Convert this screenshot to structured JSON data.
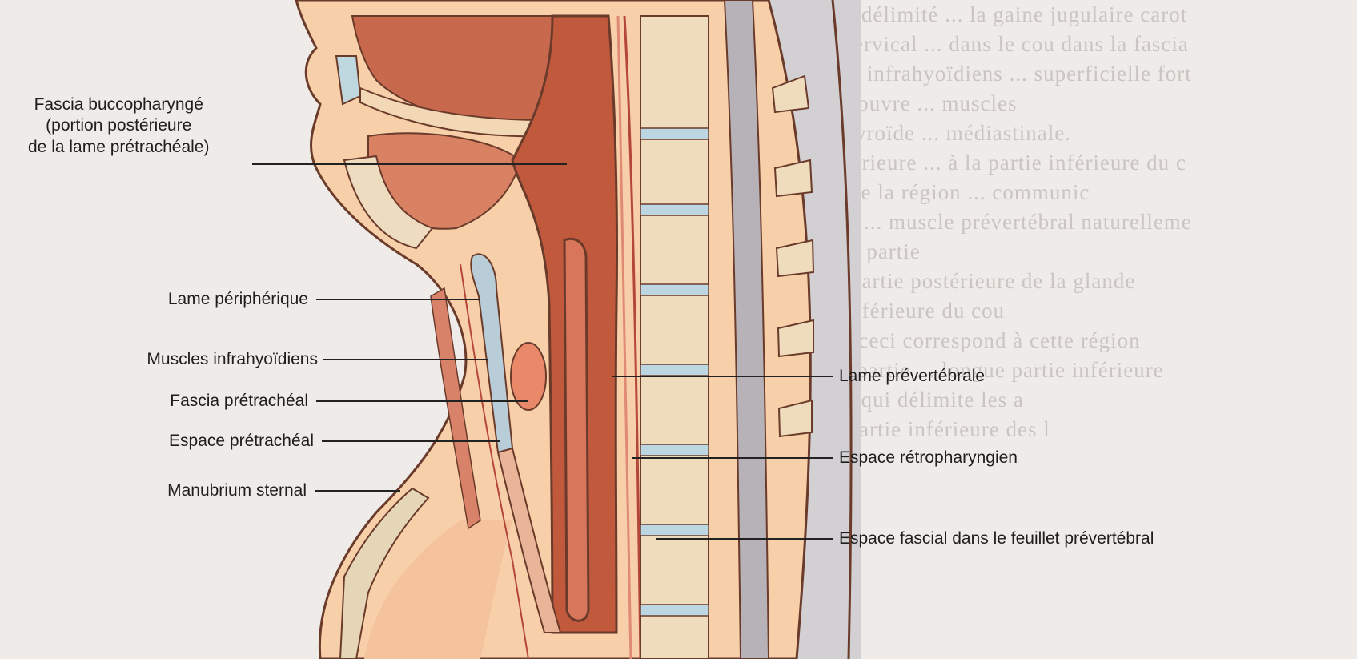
{
  "labels_left": {
    "fascia_buccopharynge": [
      "Fascia buccopharyngé",
      "(portion postérieure",
      "de la lame prétrachéale)"
    ],
    "lame_peripherique": "Lame périphérique",
    "muscles_infrahyoidiens": "Muscles infrahyoïdiens",
    "fascia_pretracheal": "Fascia prétrachéal",
    "espace_pretracheal": "Espace prétrachéal",
    "manubrium_sternal": "Manubrium sternal"
  },
  "labels_right": {
    "lame_prevertebrale": "Lame prévertébrale",
    "espace_retropharyngien": "Espace rétropharyngien",
    "espace_fascial": "Espace fascial dans le feuillet prévertébral"
  },
  "background_text": [
    "premier est l'espace prétrachéal, délimité ... la gaine jugulaire carot",
    "la lame périphérique du fascia cervical ... dans le cou dans la fascia",
    "vre la face profonde des muscles infrahyoïdiens ... superficielle fort",
    "l et le fascia prétrachéal (qui recouvre ... muscles",
    "ture de la trachée et la glande thyroïde ... médiastinale.",
    "tend entre le cou et la partie antérieure ... à la partie inférieure du c",
    "ent supérieur (il s'agit d'un ... ) de la région ... communic",
    "nomme l'espace rétropharyngien ... muscle prévertébral naturelleme",
    "ne fascia buccopharyngé ... cette partie",
    "de pharynx et de l'œsophage ... partie postérieure de la glande",
    "il des organes et le ... la partie inférieure du cou",
    "étendu des espaces cervicaux ... ceci correspond à cette région",
    "du fond de la base du crâne à la partie ... longue partie inférieure",
    "un médiastin supérieur ... le cou qui délimite les a",
    "semblable aux espaces ... de la partie inférieure des l"
  ]
}
